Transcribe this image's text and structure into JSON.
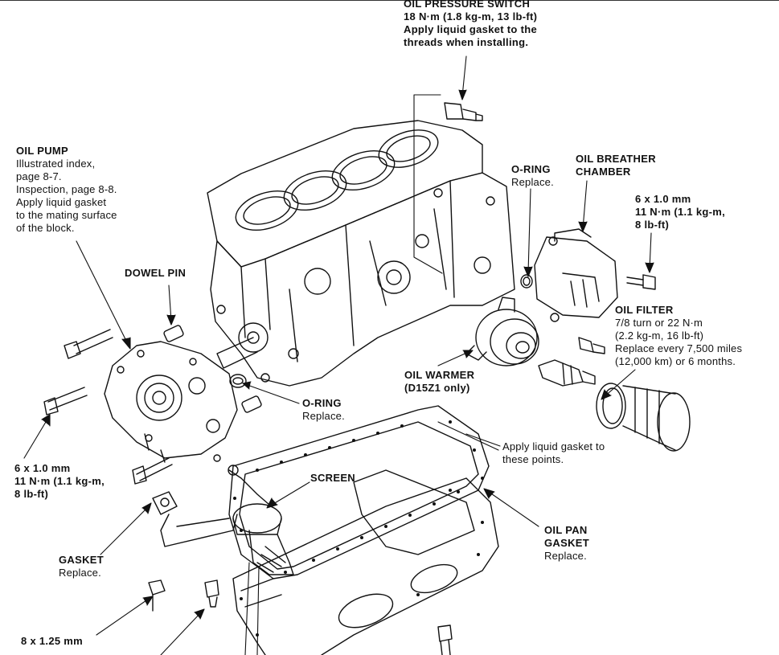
{
  "labels": {
    "oil_pressure_switch": {
      "title": "OIL PRESSURE SWITCH",
      "lines": [
        "18 N·m (1.8 kg-m, 13 lb-ft)",
        "Apply liquid gasket to the",
        "threads when installing."
      ]
    },
    "oil_pump": {
      "title": "OIL PUMP",
      "lines": [
        "Illustrated index,",
        "page 8-7.",
        "Inspection, page 8-8.",
        "Apply liquid gasket",
        "to the mating surface",
        "of the block."
      ]
    },
    "oil_breather_chamber": {
      "title_lines": [
        "OIL BREATHER",
        "CHAMBER"
      ]
    },
    "o_ring_top": {
      "title": "O-RING",
      "lines": [
        "Replace."
      ]
    },
    "bolt_right": {
      "title_lines": [
        "6 x 1.0 mm",
        "11 N·m (1.1 kg-m,",
        "8 lb-ft)"
      ]
    },
    "dowel_pin": {
      "title": "DOWEL PIN"
    },
    "oil_filter": {
      "title": "OIL FILTER",
      "lines": [
        "7/8 turn or 22 N·m",
        "(2.2 kg-m, 16 lb-ft)",
        "Replace every 7,500 miles",
        "(12,000 km) or 6 months."
      ]
    },
    "oil_warmer": {
      "title_lines": [
        "OIL WARMER",
        "(D15Z1 only)"
      ]
    },
    "o_ring_mid": {
      "title": "O-RING",
      "lines": [
        "Replace."
      ]
    },
    "liquid_gasket": {
      "lines": [
        "Apply liquid gasket to",
        "these points."
      ]
    },
    "bolt_left": {
      "title_lines": [
        "6 x 1.0 mm",
        "11 N·m (1.1 kg-m,",
        "8 lb-ft)"
      ]
    },
    "screen": {
      "title": "SCREEN"
    },
    "oil_pan_gasket": {
      "title_lines": [
        "OIL PAN",
        "GASKET"
      ],
      "lines": [
        "Replace."
      ]
    },
    "gasket": {
      "title": "GASKET",
      "lines": [
        "Replace."
      ]
    },
    "bolt_bottom": {
      "title": "8 x 1.25 mm"
    }
  }
}
